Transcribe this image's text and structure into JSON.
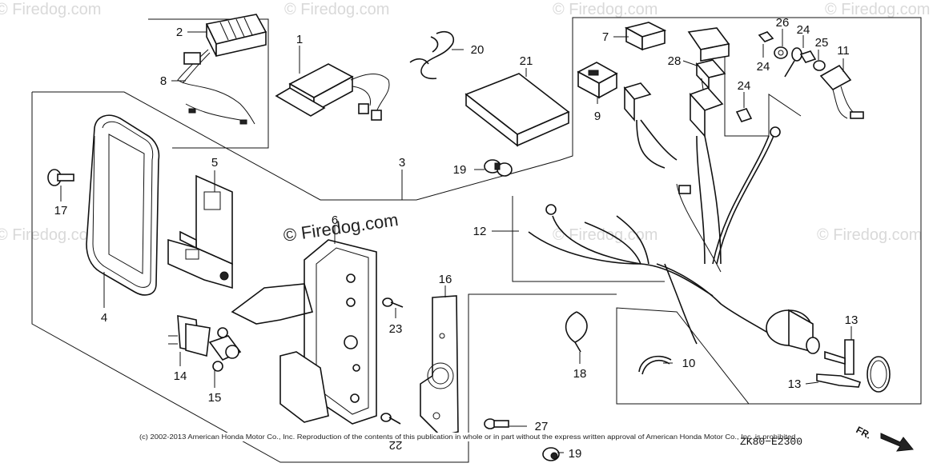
{
  "watermarks": {
    "main": "© Firedog.com",
    "faint": "© Firedog.com"
  },
  "callouts": [
    {
      "id": "1",
      "text": "1"
    },
    {
      "id": "2",
      "text": "2"
    },
    {
      "id": "3",
      "text": "3"
    },
    {
      "id": "4",
      "text": "4"
    },
    {
      "id": "5",
      "text": "5"
    },
    {
      "id": "6",
      "text": "6"
    },
    {
      "id": "7",
      "text": "7"
    },
    {
      "id": "8",
      "text": "8"
    },
    {
      "id": "9",
      "text": "9"
    },
    {
      "id": "10",
      "text": "10"
    },
    {
      "id": "11",
      "text": "11"
    },
    {
      "id": "12",
      "text": "12"
    },
    {
      "id": "13a",
      "text": "13"
    },
    {
      "id": "13b",
      "text": "13"
    },
    {
      "id": "14",
      "text": "14"
    },
    {
      "id": "15",
      "text": "15"
    },
    {
      "id": "16",
      "text": "16"
    },
    {
      "id": "17",
      "text": "17"
    },
    {
      "id": "18",
      "text": "18"
    },
    {
      "id": "19a",
      "text": "19"
    },
    {
      "id": "19b",
      "text": "19"
    },
    {
      "id": "20",
      "text": "20"
    },
    {
      "id": "21",
      "text": "21"
    },
    {
      "id": "22",
      "text": "22"
    },
    {
      "id": "23",
      "text": "23"
    },
    {
      "id": "24a",
      "text": "24"
    },
    {
      "id": "24b",
      "text": "24"
    },
    {
      "id": "24c",
      "text": "24"
    },
    {
      "id": "25",
      "text": "25"
    },
    {
      "id": "26",
      "text": "26"
    },
    {
      "id": "27",
      "text": "27"
    },
    {
      "id": "28",
      "text": "28"
    }
  ],
  "copyright": "(c) 2002-2013 American Honda Motor Co., Inc. Reproduction of the contents of this publication in whole or in part without the express written approval of American Honda Motor Co., Inc. is prohibited.",
  "diagram_code": "ZK80−E2300",
  "front_marker": "FR.",
  "colors": {
    "ink": "#111111",
    "watermark": "#d9d9d9",
    "background": "#ffffff"
  }
}
